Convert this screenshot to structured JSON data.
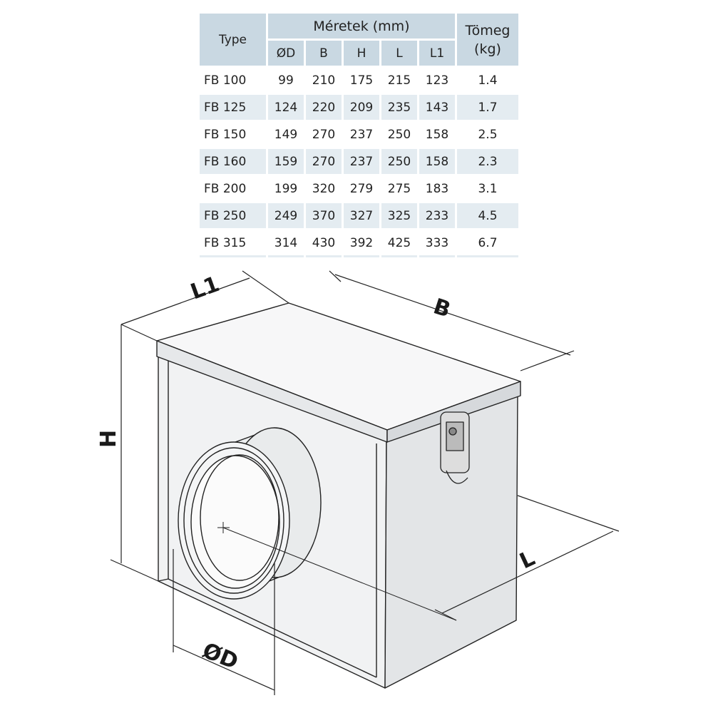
{
  "table": {
    "header_type": "Type",
    "header_group": "Méretek (mm)",
    "header_mass": "Tömeg (kg)",
    "sub_headers": [
      "ØD",
      "B",
      "H",
      "L",
      "L1"
    ],
    "rows": [
      {
        "type": "FB 100",
        "d": "99",
        "b": "210",
        "h": "175",
        "l": "215",
        "l1": "123",
        "mass": "1.4"
      },
      {
        "type": "FB 125",
        "d": "124",
        "b": "220",
        "h": "209",
        "l": "235",
        "l1": "143",
        "mass": "1.7"
      },
      {
        "type": "FB 150",
        "d": "149",
        "b": "270",
        "h": "237",
        "l": "250",
        "l1": "158",
        "mass": "2.5"
      },
      {
        "type": "FB 160",
        "d": "159",
        "b": "270",
        "h": "237",
        "l": "250",
        "l1": "158",
        "mass": "2.3"
      },
      {
        "type": "FB 200",
        "d": "199",
        "b": "320",
        "h": "279",
        "l": "275",
        "l1": "183",
        "mass": "3.1"
      },
      {
        "type": "FB 250",
        "d": "249",
        "b": "370",
        "h": "327",
        "l": "325",
        "l1": "233",
        "mass": "4.5"
      },
      {
        "type": "FB 315",
        "d": "314",
        "b": "430",
        "h": "392",
        "l": "425",
        "l1": "333",
        "mass": "6.7"
      }
    ]
  },
  "diagram": {
    "label_l1": "L1",
    "label_b": "B",
    "label_h": "H",
    "label_l": "L",
    "label_d": "ØD"
  }
}
